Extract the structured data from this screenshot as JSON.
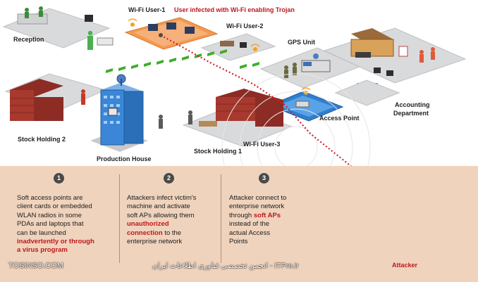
{
  "labels": {
    "reception": "Reception",
    "wifi_user_1": "Wi-Fi User-1",
    "infected_note": "User infected with Wi-Fi enabling Trojan",
    "wifi_user_2": "Wi-Fi User-2",
    "gps_unit": "GPS Unit",
    "accounting_line1": "Accounting",
    "accounting_line2": "Department",
    "access_point": "Access Point",
    "stock_holding_2": "Stock Holding 2",
    "production_house": "Production House",
    "stock_holding_1": "Stock Holding 1",
    "wifi_user_3": "Wi-Fi User-3",
    "attacker": "Attacker"
  },
  "steps": [
    {
      "number": "1",
      "lines": [
        "Soft access points  are",
        "client cards or embedded",
        "WLAN radios in some",
        "PDAs and laptops that",
        "can be launched"
      ],
      "highlight": [
        "inadvertently or through",
        "a virus program"
      ]
    },
    {
      "number": "2",
      "lines": [
        "Attackers infect victim's",
        "machine and activate",
        "soft APs allowing them"
      ],
      "highlight": [
        "unauthorized",
        "connection"
      ],
      "after_highlight": "to the",
      "tail": "enterprise network"
    },
    {
      "number": "3",
      "lines": [
        "Attacker connect to",
        "enterprise network",
        "through"
      ],
      "highlight_inline": "soft APs",
      "tail_lines": [
        "instead of the",
        "actual Access",
        "Points"
      ]
    }
  ],
  "footer": {
    "left": "TOSINSO.COM",
    "right": "انجمن تخصصی فناوری اطلاعات ایران - ITPro.ir"
  },
  "colors": {
    "accent_red": "#c0161b",
    "panel_bg": "#efd3bd",
    "ap_blue": "#2f7fd0",
    "link_green": "#3fae2a",
    "floor_gray": "#d9dadc"
  }
}
